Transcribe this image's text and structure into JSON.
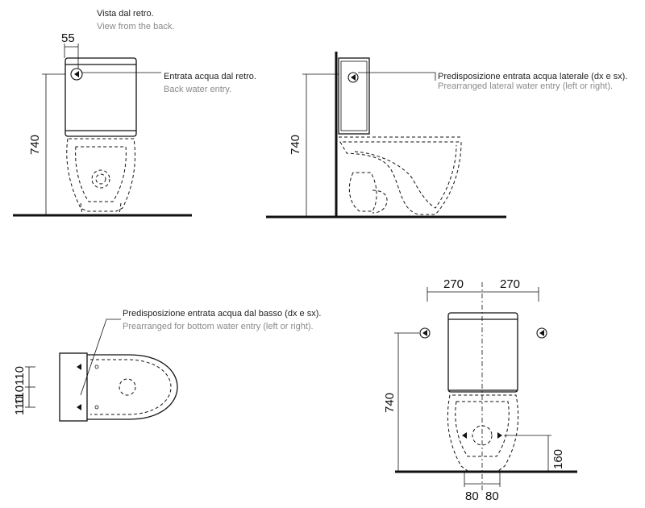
{
  "back_view": {
    "title_it": "Vista dal retro.",
    "title_en": "View from the back.",
    "dim_width": "55",
    "dim_height": "740",
    "entry_label_it": "Entrata acqua dal retro.",
    "entry_label_en": "Back water entry."
  },
  "side_view": {
    "dim_height": "740",
    "entry_label_it": "Predisposizione entrata acqua laterale (dx e sx).",
    "entry_label_en": "Prearranged lateral water entry (left or right)."
  },
  "top_view": {
    "entry_label_it": "Predisposizione entrata acqua dal basso (dx e sx).",
    "entry_label_en": "Prearranged for bottom water entry (left or right).",
    "dim_upper": "110",
    "dim_upper2": "110",
    "dim_lower": "110"
  },
  "front_view": {
    "dim_left_width": "270",
    "dim_right_width": "270",
    "dim_height": "740",
    "dim_outlet_height": "160",
    "dim_bottom_left": "80",
    "dim_bottom_right": "80"
  }
}
